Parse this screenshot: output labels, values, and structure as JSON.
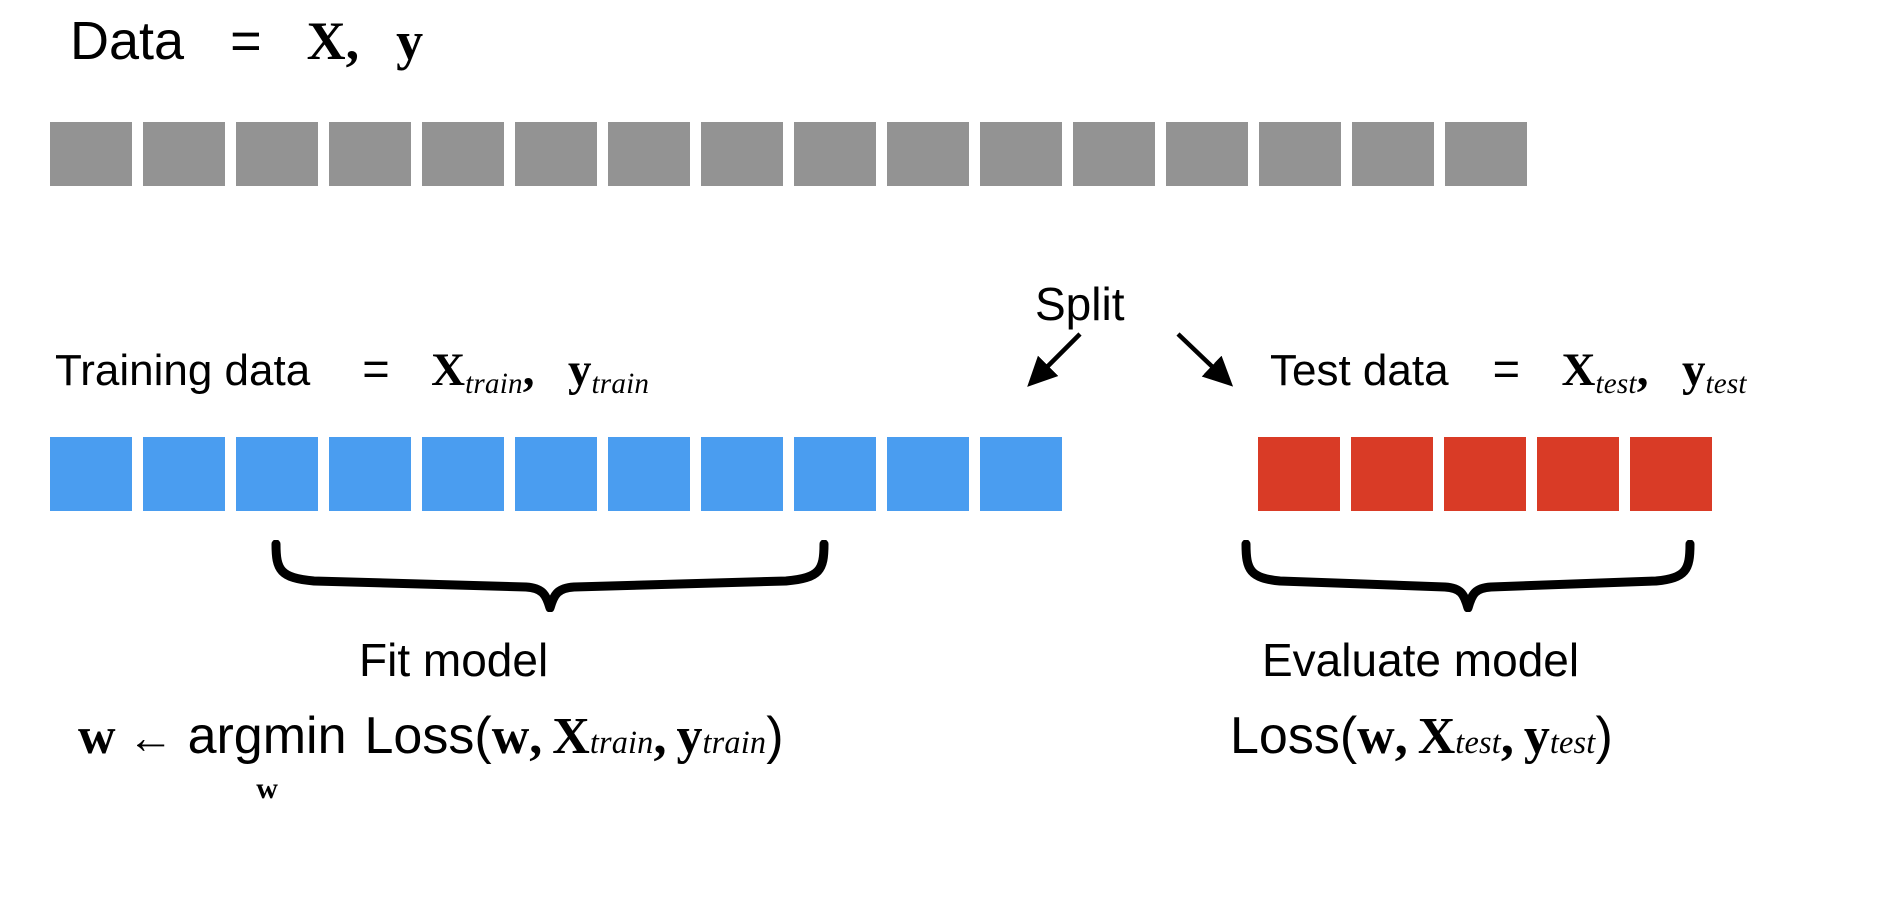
{
  "diagram": {
    "title": "Train/test split of a dataset",
    "background_color": "#ffffff",
    "colors": {
      "data_block": "#939393",
      "train_block": "#4a9df0",
      "test_block": "#d93b26",
      "text": "#000000"
    }
  },
  "header": {
    "label": "Data",
    "equals": "=",
    "symbol_x": "X",
    "comma": ",",
    "symbol_y": "y"
  },
  "data_row": {
    "name": "full-dataset",
    "block_count": 16,
    "block_color": "#939393",
    "block_width": 82,
    "block_gap": 11,
    "block_height": 64
  },
  "split": {
    "label": "Split",
    "left_arrow": "arrow-down-left",
    "right_arrow": "arrow-down-right"
  },
  "train": {
    "label": "Training data",
    "equals": "=",
    "symbol_x": "X",
    "subscript_x": "train",
    "comma": ",",
    "symbol_y": "y",
    "subscript_y": "train",
    "block_count": 11,
    "block_color": "#4a9df0",
    "brace_caption": "Fit model",
    "equation": {
      "weights": "w",
      "arrow": "←",
      "operator": "argmin",
      "operator_under": "w",
      "loss": "Loss",
      "open_paren": "(",
      "arg_w": "w",
      "comma1": ",",
      "arg_x": "X",
      "arg_x_sub": "train",
      "comma2": ",",
      "arg_y": "y",
      "arg_y_sub": "train",
      "close_paren": ")"
    }
  },
  "test": {
    "label": "Test data",
    "equals": "=",
    "symbol_x": "X",
    "subscript_x": "test",
    "comma": ",",
    "symbol_y": "y",
    "subscript_y": "test",
    "block_count": 5,
    "block_color": "#d93b26",
    "brace_caption": "Evaluate model",
    "equation": {
      "loss": "Loss",
      "open_paren": "(",
      "arg_w": "w",
      "comma1": ",",
      "arg_x": "X",
      "arg_x_sub": "test",
      "comma2": ",",
      "arg_y": "y",
      "arg_y_sub": "test",
      "close_paren": ")"
    }
  }
}
